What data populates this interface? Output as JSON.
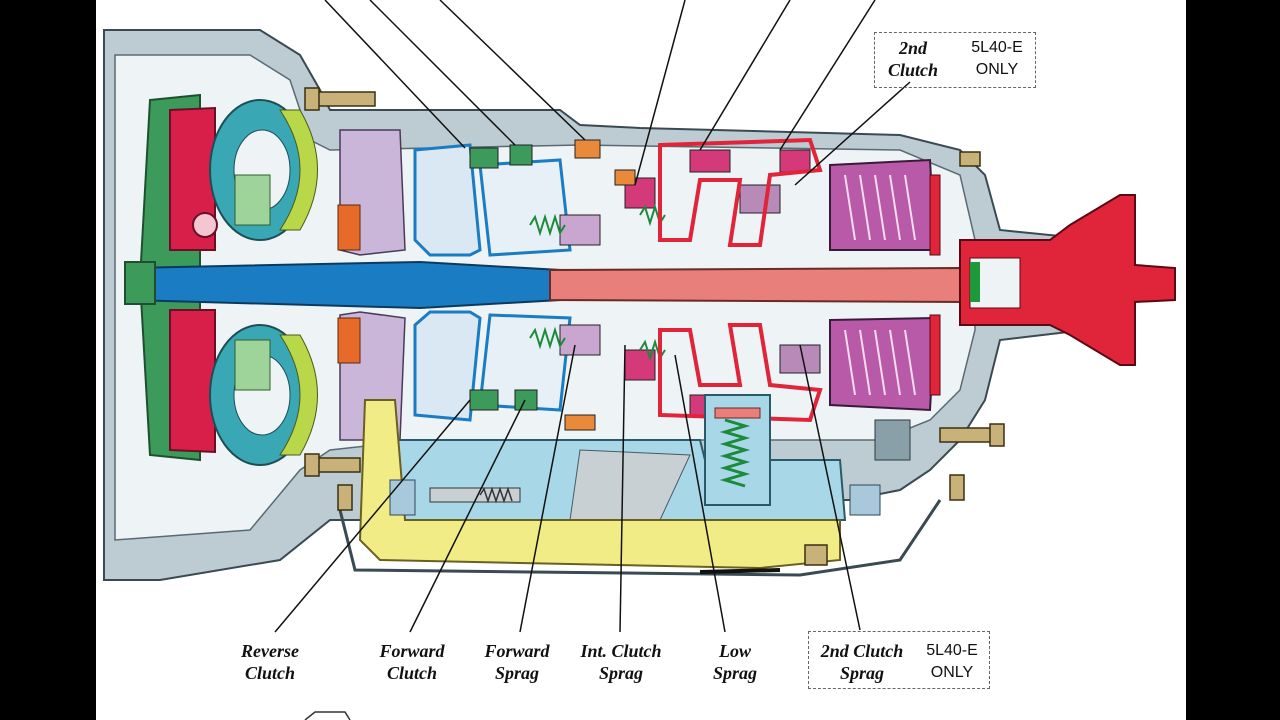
{
  "labels": {
    "second_clutch": [
      "2nd",
      "Clutch"
    ],
    "reverse_clutch": [
      "Reverse",
      "Clutch"
    ],
    "forward_clutch": [
      "Forward",
      "Clutch"
    ],
    "forward_sprag": [
      "Forward",
      "Sprag"
    ],
    "int_clutch_sprag": [
      "Int. Clutch",
      "Sprag"
    ],
    "low_sprag": [
      "Low",
      "Sprag"
    ],
    "second_clutch_sprag": [
      "2nd Clutch",
      "Sprag"
    ]
  },
  "notes": {
    "top_model": [
      "5L40-E",
      "ONLY"
    ],
    "bottom_model": [
      "5L40-E",
      "ONLY"
    ]
  },
  "colors": {
    "housing": "#bcccd2",
    "housing_outline": "#3a4a52",
    "converter": "#d81f4a",
    "green": "#3c9a5a",
    "lime": "#b8d84a",
    "blue": "#1a7dc4",
    "salmon": "#e87f7a",
    "purple": "#b88ab8",
    "pink": "#d43a7a",
    "orange": "#e88a3a",
    "yellow": "#f2ec86",
    "cyan": "#a8d8e8",
    "red": "#e0243a",
    "teal": "#3aa7b4"
  }
}
